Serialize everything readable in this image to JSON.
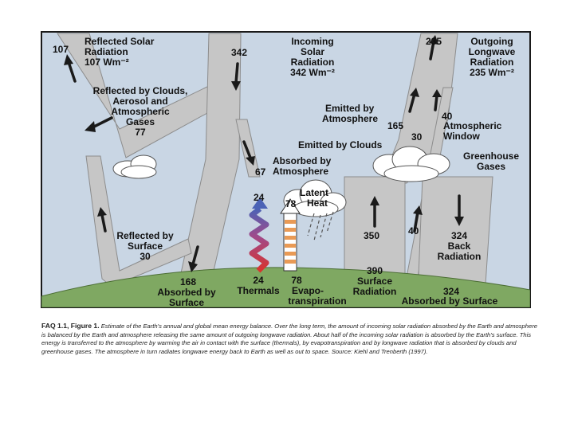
{
  "colors": {
    "sky": "#c9d6e4",
    "stream": "#c6c6c6",
    "stream_edge": "#8c8c8c",
    "ground": "#7fa862",
    "arrow": "#1a1a1a",
    "thermal_top": "#4b63b6",
    "thermal_bottom": "#d8342e",
    "latent": "#e99a55"
  },
  "labels": {
    "reflected_solar": [
      "Reflected Solar",
      "Radiation",
      "107 Wm⁻²"
    ],
    "incoming_solar": [
      "Incoming",
      "Solar",
      "Radiation",
      "342 Wm⁻²"
    ],
    "outgoing_lw": [
      "Outgoing",
      "Longwave",
      "Radiation",
      "235 Wm⁻²"
    ],
    "reflected_clouds": [
      "Reflected by Clouds,",
      "Aerosol and",
      "Atmospheric",
      "Gases"
    ],
    "emitted_atmosphere": [
      "Emitted by",
      "Atmosphere"
    ],
    "atm_window": [
      "Atmospheric",
      "Window"
    ],
    "emitted_clouds": "Emitted by Clouds",
    "greenhouse": [
      "Greenhouse",
      "Gases"
    ],
    "absorbed_atm": [
      "Absorbed by",
      "Atmosphere"
    ],
    "latent_heat": [
      "Latent",
      "Heat"
    ],
    "reflected_surface": [
      "Reflected by",
      "Surface"
    ],
    "back_radiation": [
      "Back",
      "Radiation"
    ],
    "absorbed_surface_left": [
      "Absorbed by",
      "Surface"
    ],
    "thermals": "Thermals",
    "evapotranspiration": [
      "Evapo-",
      "transpiration"
    ],
    "surface_radiation": [
      "Surface",
      "Radiation"
    ],
    "absorbed_surface_right": "Absorbed by Surface"
  },
  "values": {
    "reflected_solar": "107",
    "incoming": "342",
    "outgoing": "235",
    "reflected_clouds": "77",
    "atm_window": "40",
    "emitted_atm": "165",
    "emitted_clouds": "30",
    "absorbed_atm": "67",
    "thermals_top": "24",
    "latent_top": "78",
    "surface_up": "350",
    "surface_window": "40",
    "back": "324",
    "reflected_surface": "30",
    "absorbed_surface": "168",
    "thermals": "24",
    "evapo": "78",
    "surface_radiation": "390",
    "absorbed_surface_right": "324"
  },
  "caption": {
    "figure": "FAQ 1.1, Figure 1.",
    "text": "Estimate of the Earth's annual and global mean energy balance. Over the long term, the amount of incoming solar radiation absorbed by the Earth and atmosphere is balanced by the Earth and atmosphere releasing the same amount of outgoing longwave radiation. About half of the incoming solar radiation is absorbed by the Earth's surface. This energy is transferred to the atmosphere by warming the air in contact with the surface (thermals), by evapotranspiration and by longwave radiation that is absorbed by clouds and greenhouse gases. The atmosphere in turn radiates longwave energy back to Earth as well as out to space. Source: Kiehl and Trenberth (1997)."
  }
}
